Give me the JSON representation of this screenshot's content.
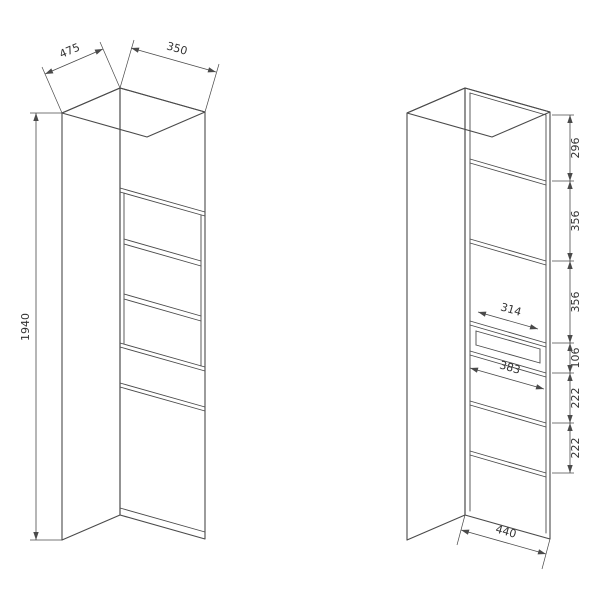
{
  "diagram": {
    "background": "#ffffff",
    "line_color": "#4a4a4a",
    "text_color": "#333333",
    "closed_view": {
      "height_label": "1940",
      "top_left_dim_label": "475",
      "top_right_dim_label": "350"
    },
    "open_view": {
      "section_labels": [
        "296",
        "356",
        "356",
        "106",
        "222",
        "222"
      ],
      "inner_depth_label": "314",
      "drawer_inner_label": "383",
      "bottom_width_label": "440"
    }
  }
}
